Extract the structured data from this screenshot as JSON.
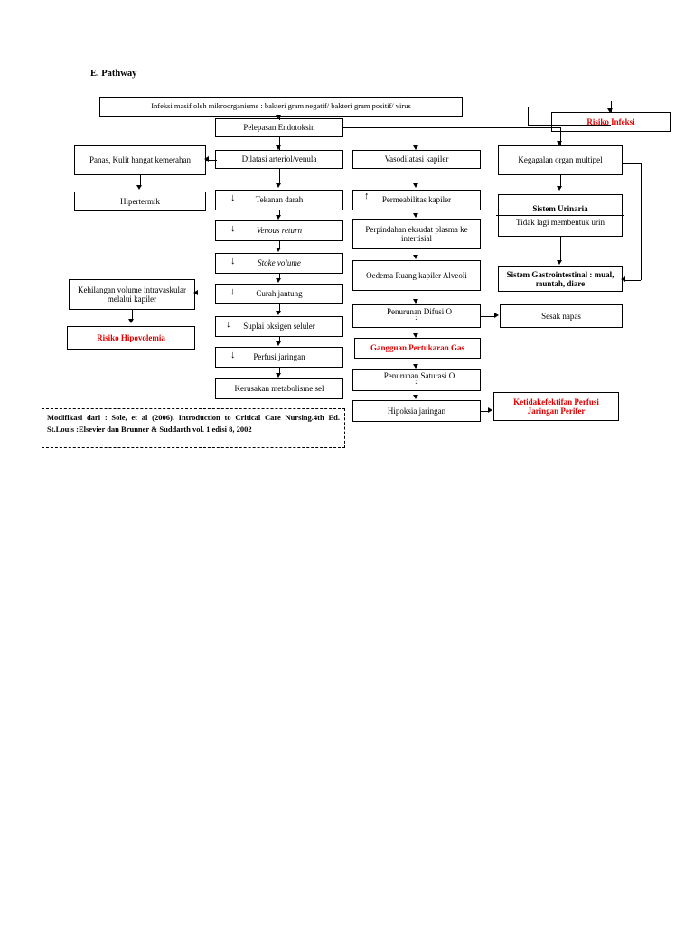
{
  "page": {
    "heading": "E. Pathway"
  },
  "nodes": {
    "infeksi_masif": "Infeksi masif oleh mikroorganisme : bakteri gram negatif/ bakteri gram positif/ virus",
    "risiko_infeksi": "Risiko Infeksi",
    "pelepasan_endotoksin": "Pelepasan Endotoksin",
    "panas_kulit": "Panas, Kulit hangat kemerahan",
    "dilatasi_arteriol": "Dilatasi arteriol/venula",
    "vasodilatasi_kapiler": "Vasodilatasi kapiler",
    "kegagalan_organ": "Kegagalan organ multipel",
    "hipertermik": "Hipertermik",
    "tekanan_darah": "Tekanan darah",
    "permeabilitas_kapiler": "Permeabilitas kapiler",
    "sistem_urinaria_title": "Sistem Urinaria",
    "sistem_urinaria_body": "Tidak lagi membentuk urin",
    "venous_return": "Venous return",
    "perpindahan_eksudat": "Perpindahan eksudat plasma ke intertisial",
    "stoke_volume": "Stoke volume",
    "oedema_ruang": "Oedema Ruang kapiler Alveoli",
    "sistem_gastro": "Sistem Gastrointestinal : mual, muntah, diare",
    "kehilangan_volume": "Kehilangan volume intravaskular melalui kapiler",
    "curah_jantung": "Curah jantung",
    "penurunan_difusi": "Penurunan Difusi O",
    "penurunan_difusi_sup": "2",
    "sesak_napas": "Sesak napas",
    "risiko_hipovolemia": "Risiko Hipovolemia",
    "suplai_oksigen": "Suplai oksigen seluler",
    "gangguan_pertukaran_gas": "Gangguan Pertukaran Gas",
    "perfusi_jaringan": "Perfusi jaringan",
    "penurunan_saturasi": "Penurunan Saturasi O",
    "penurunan_saturasi_sup": "2",
    "kerusakan_metabolisme": "Kerusakan metabolisme sel",
    "hipoksia_jaringan": "Hipoksia jaringan",
    "ketidakefektifan_perfusi": "Ketidakefektifan Perfusi Jaringan Perifer"
  },
  "note": {
    "text": "Modifikasi dari : Sole, et al (2006). Introduction to Critical Care Nursing.4th Ed. St.Louis :Elsevier dan Brunner & Suddarth vol. 1 edisi 8, 2002"
  },
  "colors": {
    "accent_red": "#e00000",
    "line": "#000000",
    "background": "#ffffff"
  }
}
